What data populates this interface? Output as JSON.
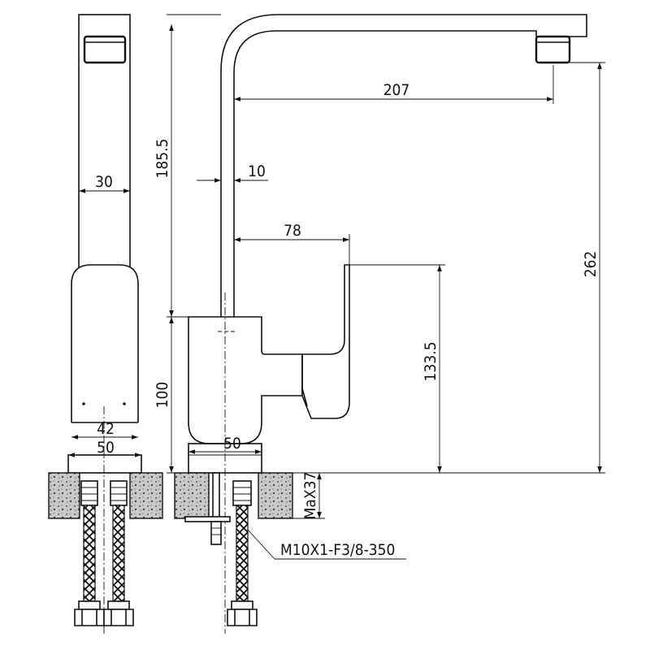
{
  "dimensions": {
    "spout_reach": "207",
    "spout_tube_diameter": "10",
    "spout_height": "185.5",
    "total_height": "262",
    "lever_offset": "78",
    "lever_height": "133.5",
    "body_height": "100",
    "body_width_side": "50",
    "spout_width_front": "30",
    "base_inner_front": "42",
    "base_outer_front": "50",
    "max_counter_thickness": "MaX37",
    "hose_spec": "M10X1-F3/8-350"
  }
}
